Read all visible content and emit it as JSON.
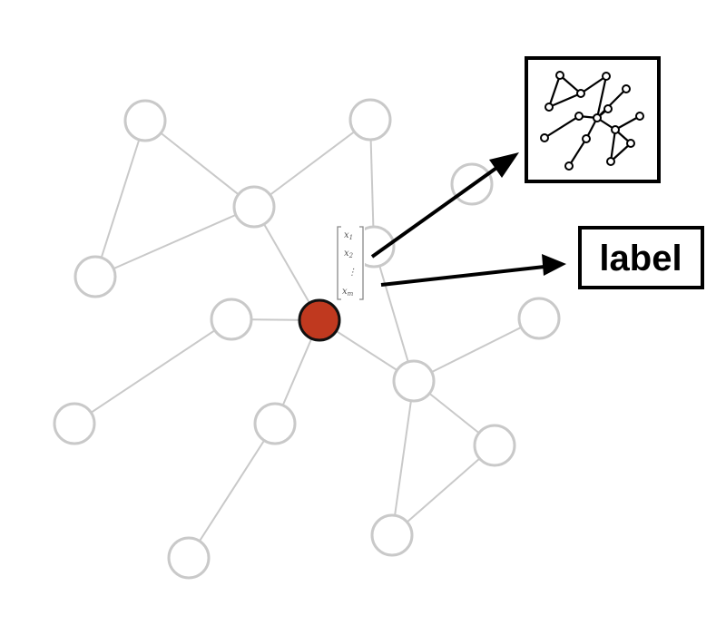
{
  "colors": {
    "edge": "#c9c9c9",
    "node_fill": "#ffffff",
    "center_node": "#c0391f",
    "arrow": "#000000"
  },
  "feature_vector": {
    "entries": [
      {
        "symbol": "x",
        "sub": "1"
      },
      {
        "symbol": "x",
        "sub": "2"
      },
      {
        "symbol": "⋮",
        "sub": ""
      },
      {
        "symbol": "x",
        "sub": "m"
      }
    ]
  },
  "outputs": {
    "graph_icon": "graph-icon",
    "label_text": "label"
  }
}
